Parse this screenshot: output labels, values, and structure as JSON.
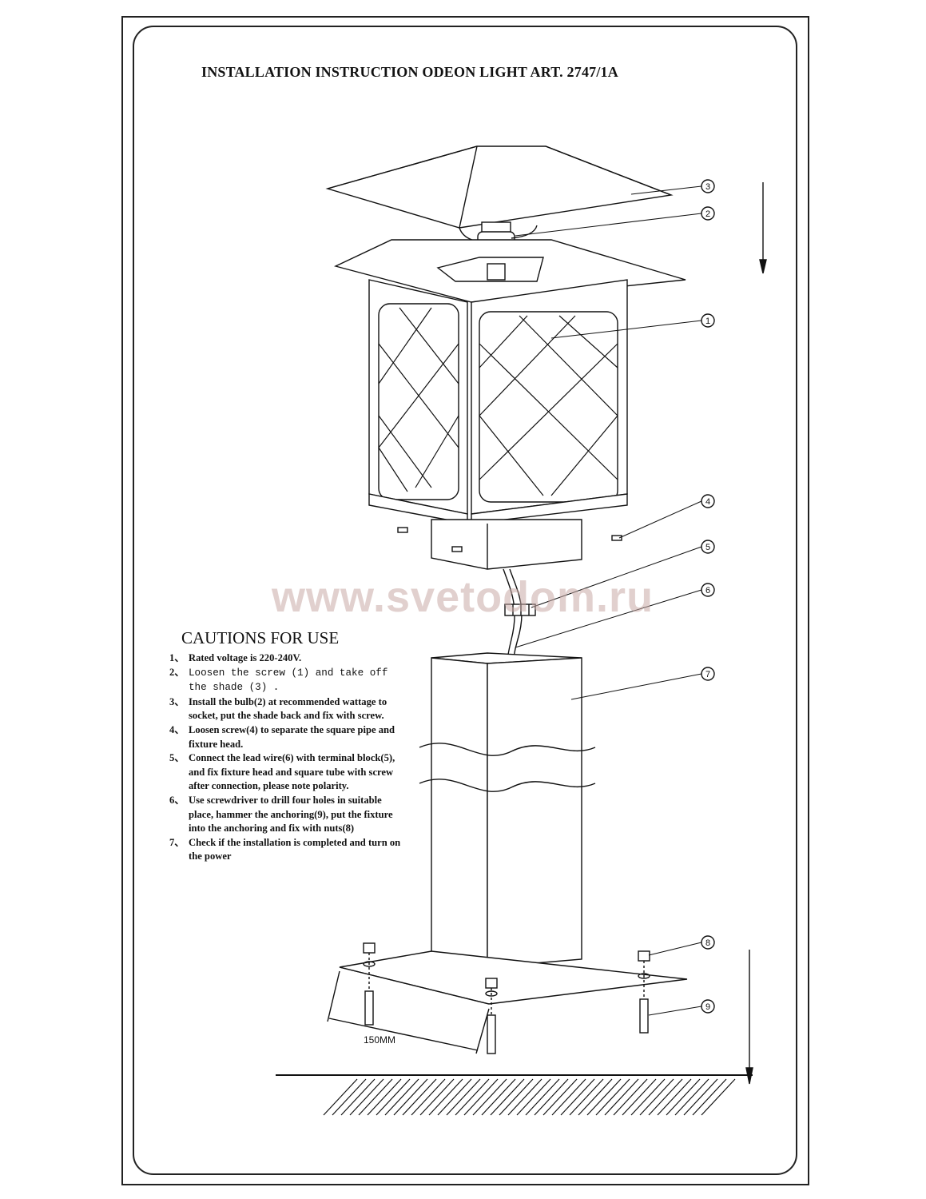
{
  "title": "INSTALLATION INSTRUCTION ODEON LIGHT ART.  2747/1A",
  "watermark": "www.svetodom.ru",
  "cautions": {
    "heading": "CAUTIONS FOR USE",
    "items": [
      {
        "num": "1、",
        "text": " Rated voltage is 220-240V."
      },
      {
        "num": "2、",
        "text": "Loosen the screw (1) and take off the shade (3) ."
      },
      {
        "num": "3、",
        "text": "Install the bulb(2) at recommended wattage to socket, put the shade back and fix with screw."
      },
      {
        "num": "4、",
        "text": "Loosen screw(4) to separate the square pipe and fixture head."
      },
      {
        "num": "5、",
        "text": "Connect the lead wire(6) with terminal block(5), and fix fixture head and square tube with screw after connection, please note polarity."
      },
      {
        "num": "6、",
        "text": "Use screwdriver to drill four holes in suitable place, hammer the anchoring(9), put the fixture into the anchoring and fix with nuts(8)"
      },
      {
        "num": "7、",
        "text": "Check if the installation is completed and turn on the power"
      }
    ]
  },
  "callouts": [
    "1",
    "2",
    "3",
    "4",
    "5",
    "6",
    "7",
    "8",
    "9"
  ],
  "dimension_label": "150MM"
}
